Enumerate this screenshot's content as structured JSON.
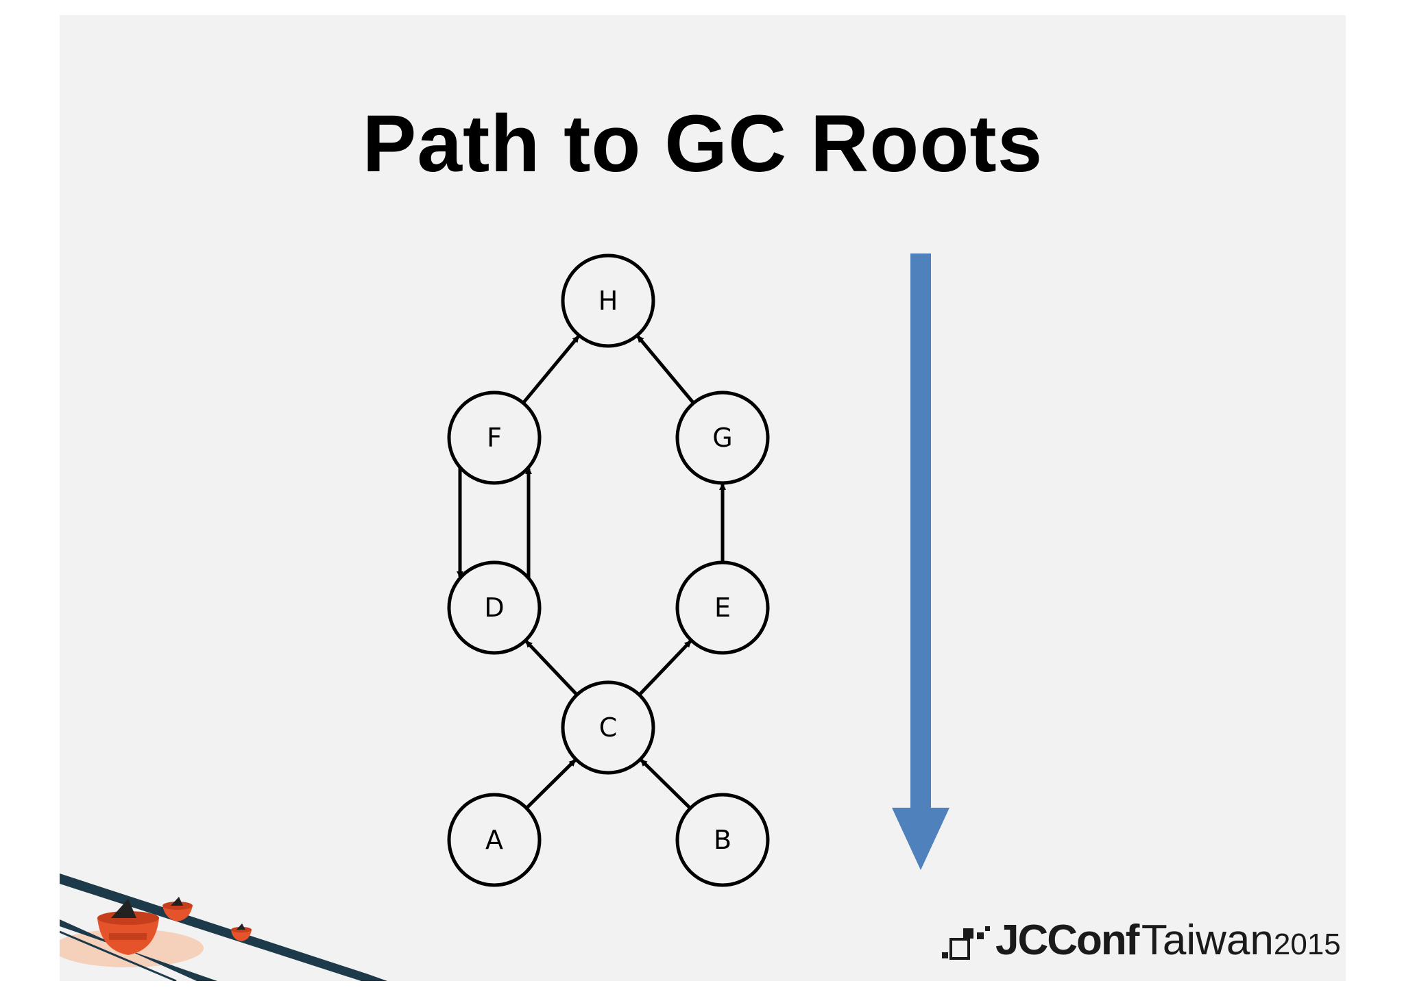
{
  "slide": {
    "title": "Path to GC Roots"
  },
  "diagram": {
    "nodes": [
      {
        "id": "H",
        "label": "H"
      },
      {
        "id": "F",
        "label": "F"
      },
      {
        "id": "G",
        "label": "G"
      },
      {
        "id": "D",
        "label": "D"
      },
      {
        "id": "E",
        "label": "E"
      },
      {
        "id": "C",
        "label": "C"
      },
      {
        "id": "A",
        "label": "A"
      },
      {
        "id": "B",
        "label": "B"
      }
    ],
    "edges": [
      {
        "from": "A",
        "to": "C"
      },
      {
        "from": "B",
        "to": "C"
      },
      {
        "from": "C",
        "to": "D"
      },
      {
        "from": "C",
        "to": "E"
      },
      {
        "from": "D",
        "to": "F"
      },
      {
        "from": "F",
        "to": "D"
      },
      {
        "from": "E",
        "to": "G"
      },
      {
        "from": "F",
        "to": "H"
      },
      {
        "from": "G",
        "to": "H"
      }
    ],
    "direction_arrow_color": "#4f81bd"
  },
  "footer": {
    "logo_brand": "JCConf",
    "logo_place": "Taiwan",
    "logo_year": "2015"
  }
}
